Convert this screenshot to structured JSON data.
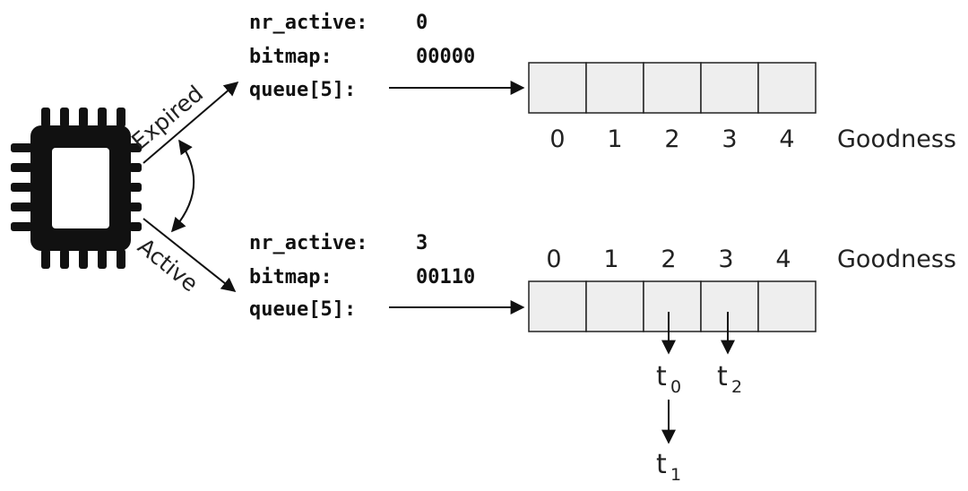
{
  "expired": {
    "label": "Expired",
    "nr_active_label": "nr_active:",
    "nr_active_value": "0",
    "bitmap_label": "bitmap:",
    "bitmap_value": "00000",
    "queue_label": "queue[5]:",
    "indices": [
      "0",
      "1",
      "2",
      "3",
      "4"
    ],
    "goodness_label": "Goodness"
  },
  "active": {
    "label": "Active",
    "nr_active_label": "nr_active:",
    "nr_active_value": "3",
    "bitmap_label": "bitmap:",
    "bitmap_value": "00110",
    "queue_label": "queue[5]:",
    "indices": [
      "0",
      "1",
      "2",
      "3",
      "4"
    ],
    "goodness_label": "Goodness"
  },
  "tasks": [
    {
      "base": "t",
      "sub": "0"
    },
    {
      "base": "t",
      "sub": "2"
    },
    {
      "base": "t",
      "sub": "1"
    }
  ],
  "icons": {
    "cpu": "cpu-chip-icon"
  }
}
